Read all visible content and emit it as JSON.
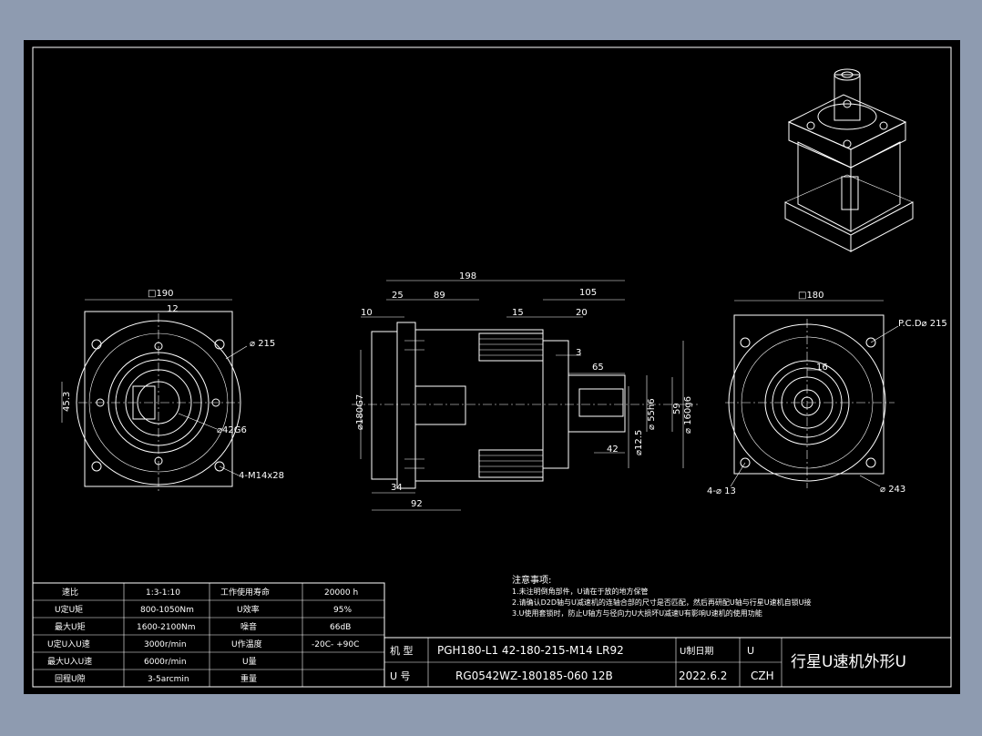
{
  "dims_front": {
    "square": "□190",
    "key": "12",
    "dia_pcd": "⌀ 215",
    "offset": "45.3",
    "bore": "⌀42G6",
    "holes": "4-M14x28"
  },
  "dims_side": {
    "overall": "198",
    "d25": "25",
    "d89": "89",
    "d105": "105",
    "d10": "10",
    "d15": "15",
    "d20": "20",
    "d3": "3",
    "d65": "65",
    "d42": "42",
    "d34": "34",
    "d92": "92",
    "dia180": "⌀180G7",
    "dia55": "⌀ 55h6",
    "d59": "59",
    "dia160": "⌀ 160g6",
    "dia125": "⌀12.5"
  },
  "dims_rear": {
    "square": "□180",
    "pcd": "P.C.D⌀ 215",
    "d16": "16",
    "holes": "4-⌀ 13",
    "dia243": "⌀ 243"
  },
  "notes": {
    "title": "注意事项:",
    "lines": [
      "1.未注明倒角部件，U请在于放的地方保管",
      "2.请确认D2D轴与U减速机的连轴合部的尺寸是否匹配，然后再研配U轴与行星U速机自锁U接",
      "3.U使用套锁时，防止U轴方与径向力U大损坏U减速U有影响U速机的使用功能"
    ]
  },
  "spec_table": [
    [
      "速比",
      "1:3-1:10",
      "工作使用寿命",
      "20000  h"
    ],
    [
      "U定U矩",
      "800-1050Nm",
      "U效率",
      "95%"
    ],
    [
      "最大U矩",
      "1600-2100Nm",
      "噪音",
      "66dB"
    ],
    [
      "U定U入U速",
      "3000r/min",
      "U作温度",
      "-20C- +90C"
    ],
    [
      "最大U入U速",
      "6000r/min",
      "U量",
      ""
    ],
    [
      "回程U隙",
      "3-5arcmin",
      "重量",
      ""
    ]
  ],
  "title_block": {
    "model_label": "机  型",
    "model_value": "PGH180-L1  42-180-215-M14  LR92",
    "code_label": "U 号",
    "code_value": "RG0542WZ-180185-060  12B",
    "date_label": "U制日期",
    "date_value": "2022.6.2",
    "author_label": "U",
    "author_value": "CZH",
    "drawing_title": "行星U速机外形U"
  }
}
